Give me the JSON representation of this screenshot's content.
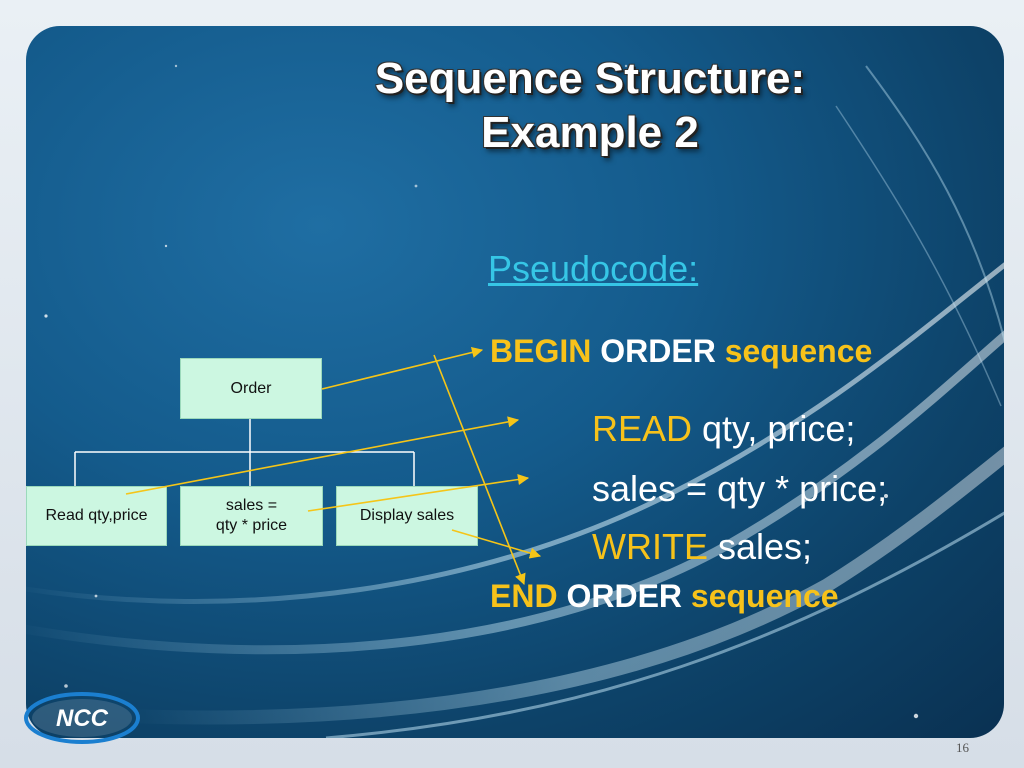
{
  "slide": {
    "title_line1": "Sequence Structure:",
    "title_line2": "Example 2",
    "page_number": "16"
  },
  "chart": {
    "root": "Order",
    "child1": "Read qty,price",
    "child2_line1": "sales =",
    "child2_line2": "qty * price",
    "child3": "Display sales"
  },
  "pseudocode": {
    "heading": "Pseudocode:",
    "begin_kw": "BEGIN",
    "begin_name": "ORDER",
    "begin_seq": "sequence",
    "read_kw": "READ",
    "read_rest": " qty, price;",
    "assign": "sales = qty * price;",
    "write_kw": "WRITE",
    "write_rest": " sales;",
    "end_kw": "END",
    "end_name": "ORDER",
    "end_seq": "sequence"
  },
  "logo": {
    "text": "NCC"
  },
  "colors": {
    "keyword": "#f7c21a",
    "heading": "#36c6e6",
    "box_fill": "#ccf7e1",
    "arrow": "#f5c518"
  }
}
